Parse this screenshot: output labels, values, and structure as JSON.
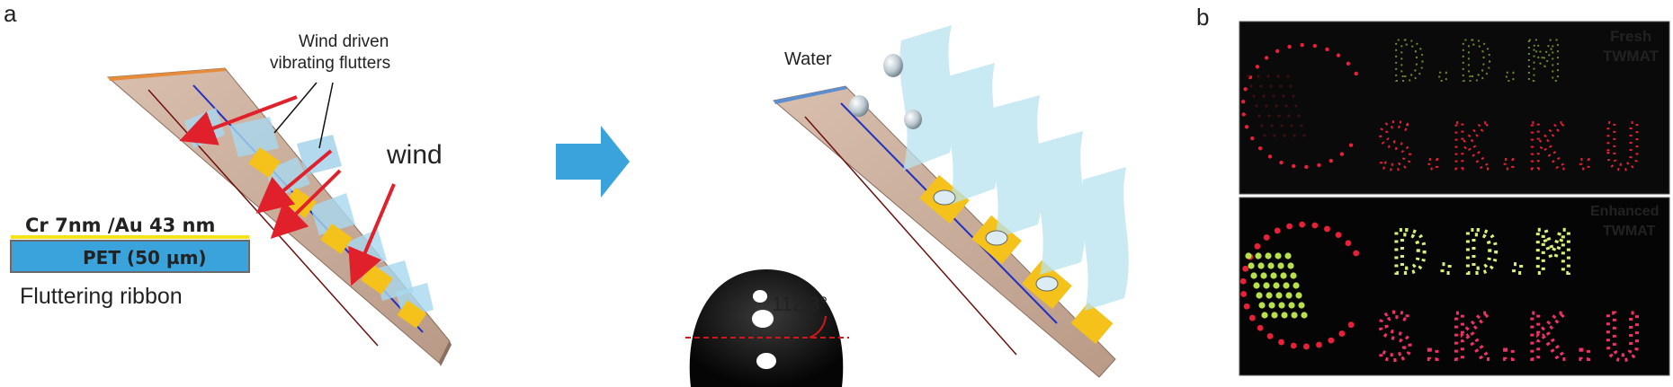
{
  "panels": {
    "a": "a",
    "b": "b"
  },
  "left_scheme": {
    "flutters_label_line1": "Wind driven",
    "flutters_label_line2": "vibrating flutters",
    "wind_label": "wind",
    "coating_label": "Cr 7nm /Au 43 nm",
    "substrate_label": "PET (50 µm)",
    "ribbon_label": "Fluttering ribbon"
  },
  "right_scheme": {
    "water_label": "Water",
    "contact_angle": "112.3°"
  },
  "display": {
    "top": {
      "line1": "Fresh",
      "line2": "TWMAT",
      "row1": "D.D.M",
      "row2": "S.K.K.U"
    },
    "bottom": {
      "line1": "Enhanced",
      "line2": "TWMAT",
      "row1": "D.D.M",
      "row2": "S.K.K.U"
    }
  },
  "colors": {
    "arrow": "#e0202a",
    "big_arrow": "#3aa3dc",
    "board": "#c9aa98",
    "gold": "#f4c21a",
    "led_red": "#e8203a",
    "led_green": "#b8e04a",
    "led_dim_green": "#6d8a2c"
  }
}
